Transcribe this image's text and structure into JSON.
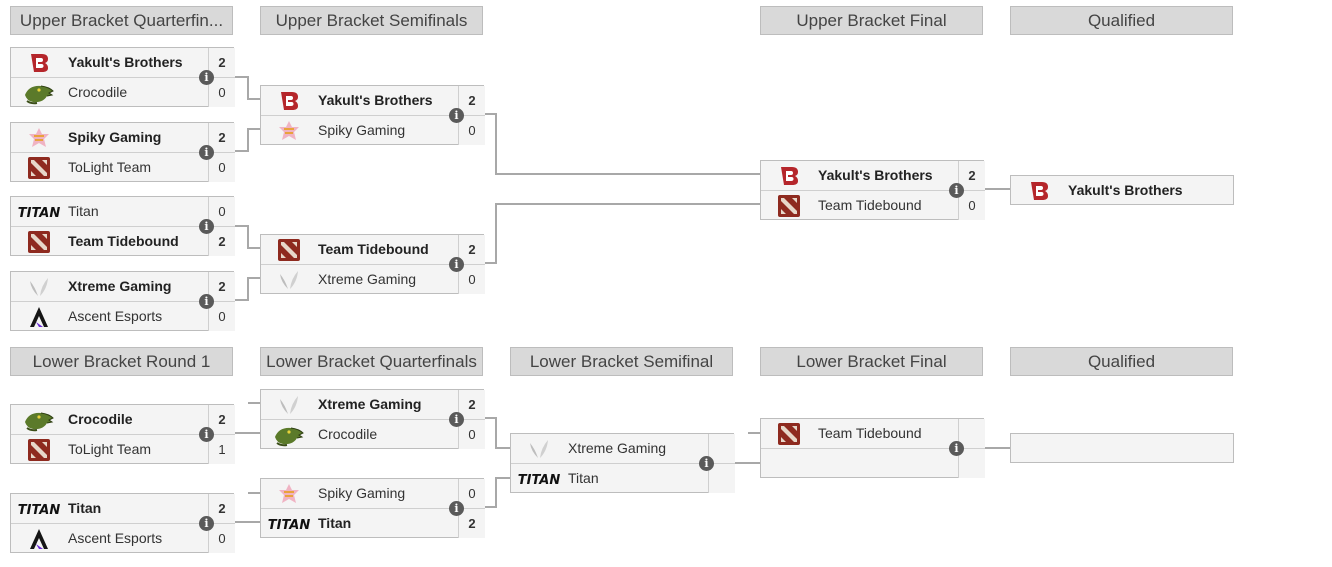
{
  "headers": {
    "ub_qf": "Upper Bracket Quarterfin...",
    "ub_sf": "Upper Bracket Semifinals",
    "ub_f": "Upper Bracket Final",
    "ub_q": "Qualified",
    "lb_r1": "Lower Bracket Round 1",
    "lb_qf": "Lower Bracket Quarterfinals",
    "lb_sf": "Lower Bracket Semifinal",
    "lb_f": "Lower Bracket Final",
    "lb_q": "Qualified"
  },
  "matches": {
    "ubqf1": {
      "t1": "Yakult's Brothers",
      "s1": "2",
      "t2": "Crocodile",
      "s2": "0"
    },
    "ubqf2": {
      "t1": "Spiky Gaming",
      "s1": "2",
      "t2": "ToLight Team",
      "s2": "0"
    },
    "ubqf3": {
      "t1": "Titan",
      "s1": "0",
      "t2": "Team Tidebound",
      "s2": "2"
    },
    "ubqf4": {
      "t1": "Xtreme Gaming",
      "s1": "2",
      "t2": "Ascent Esports",
      "s2": "0"
    },
    "ubsf1": {
      "t1": "Yakult's Brothers",
      "s1": "2",
      "t2": "Spiky Gaming",
      "s2": "0"
    },
    "ubsf2": {
      "t1": "Team Tidebound",
      "s1": "2",
      "t2": "Xtreme Gaming",
      "s2": "0"
    },
    "ubf": {
      "t1": "Yakult's Brothers",
      "s1": "2",
      "t2": "Team Tidebound",
      "s2": "0"
    },
    "lbr1a": {
      "t1": "Crocodile",
      "s1": "2",
      "t2": "ToLight Team",
      "s2": "1"
    },
    "lbr1b": {
      "t1": "Titan",
      "s1": "2",
      "t2": "Ascent Esports",
      "s2": "0"
    },
    "lbqf1": {
      "t1": "Xtreme Gaming",
      "s1": "2",
      "t2": "Crocodile",
      "s2": "0"
    },
    "lbqf2": {
      "t1": "Spiky Gaming",
      "s1": "0",
      "t2": "Titan",
      "s2": "2"
    },
    "lbsf": {
      "t1": "Xtreme Gaming",
      "s1": "",
      "t2": "Titan",
      "s2": ""
    },
    "lbf": {
      "t1": "Team Tidebound",
      "s1": "",
      "t2": "",
      "s2": ""
    }
  },
  "qualified": {
    "upper": "Yakult's Brothers",
    "lower": ""
  },
  "info_glyph": "i",
  "logos": {
    "yakult": "brand-red-b-icon",
    "crocodile": "crocodile-icon",
    "spiky": "spiky-crest-icon",
    "dota": "dota-icon",
    "titan": "titan-wordmark-icon",
    "xtreme": "wings-icon",
    "ascent": "ascent-a-icon"
  },
  "logo_text": {
    "titan": "TITAN"
  },
  "colors": {
    "line": "#a8a8a8",
    "header_bg": "#d9d9d9",
    "cell_bg": "#f4f4f4",
    "yakult_red": "#b5262b",
    "dota_red": "#8e2a1f"
  }
}
